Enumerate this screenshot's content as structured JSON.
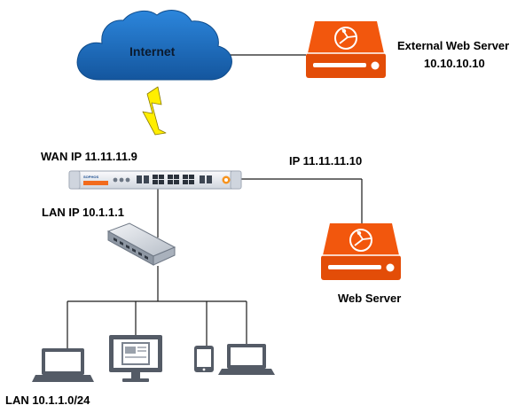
{
  "internet": {
    "label": "Internet",
    "cloud_color": "#1f6fc2"
  },
  "external_server": {
    "name": "External Web Server",
    "ip": "10.10.10.10",
    "color": "#f2570d"
  },
  "firewall": {
    "brand": "SOPHOS",
    "wan_label": "WAN IP 11.11.11.9",
    "lan_label": "LAN IP 10.1.1.1"
  },
  "web_server": {
    "ip_label": "IP 11.11.11.10",
    "name": "Web Server",
    "color": "#f2570d"
  },
  "lan": {
    "label": "LAN 10.1.1.0/24"
  },
  "link": {
    "color": "#ffee00"
  },
  "icons": [
    "cloud-icon",
    "server-icon",
    "firewall-appliance-icon",
    "network-switch-icon",
    "laptop-icon",
    "monitor-icon",
    "tablet-icon"
  ]
}
